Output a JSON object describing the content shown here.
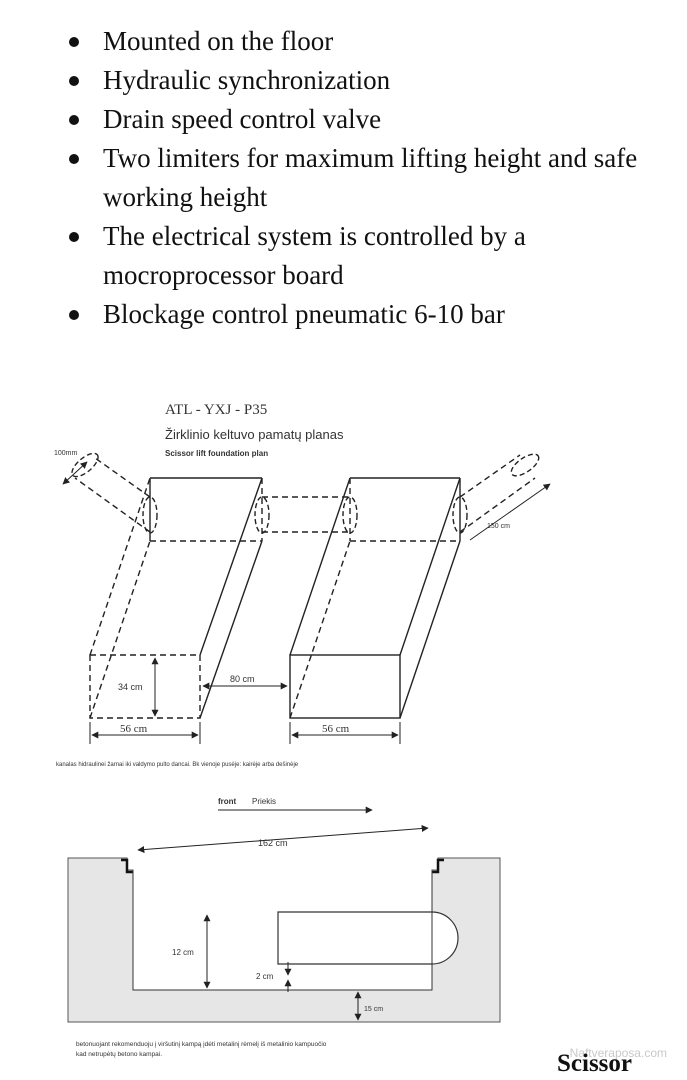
{
  "features": [
    "Mounted on the floor",
    "Hydraulic synchronization",
    "Drain speed control valve",
    "Two limiters for maximum lifting height and safe working height",
    "The electrical system is controlled by a mocroprocessor board",
    "Blockage control pneumatic 6-10 bar"
  ],
  "drawing": {
    "model": "ATL - YXJ - P35",
    "title_lt": "Žirklinio keltuvo pamatų planas",
    "title_en": "Scissor lift foundation plan",
    "dim_100mm": "100mm",
    "dim_150cm": "150 cm",
    "dim_34cm": "34 cm",
    "dim_80cm": "80 cm",
    "dim_56cm_left": "56 cm",
    "dim_56cm_right": "56 cm",
    "note_channels": "kanalas hidraulinei žarnai iki valdymo pulto dancai. Bk vienoje pusėje: kairėje arba dešinėje",
    "front_en": "front",
    "front_lt": "Priekis",
    "dim_162cm": "162 cm",
    "dim_12cm": "12 cm",
    "dim_2cm": "2 cm",
    "dim_15cm": "15 cm",
    "note_concrete_1": "betonuojant rekomenduoju į viršutinį kampą įdėti metalinį rėmelį iš metalinio kampuočio",
    "note_concrete_2": "kad netrupėtų betono kampai."
  },
  "watermark": "Naftveraposa.com",
  "caption": "Scissor"
}
